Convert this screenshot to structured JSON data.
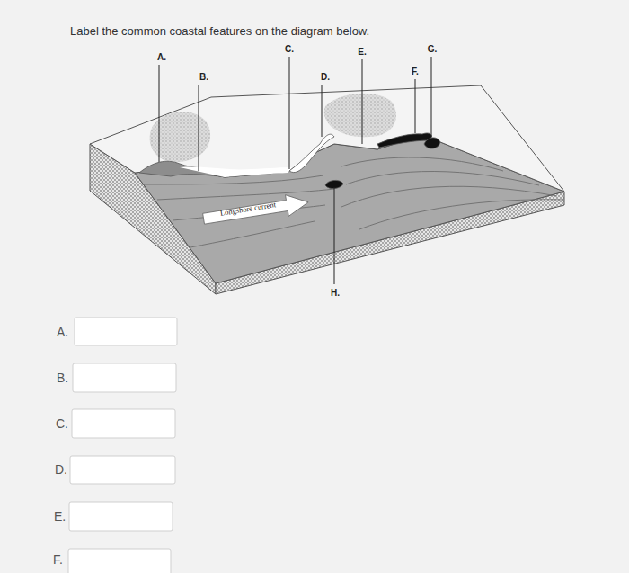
{
  "diagram": {
    "title": "Label the common coastal features on the diagram below.",
    "labels": [
      "A.",
      "B.",
      "C.",
      "D.",
      "E.",
      "F.",
      "G.",
      "H.",
      "Longshore current",
      "A.",
      "B.",
      "C.",
      "D.",
      "E.",
      "F."
    ]
  }
}
